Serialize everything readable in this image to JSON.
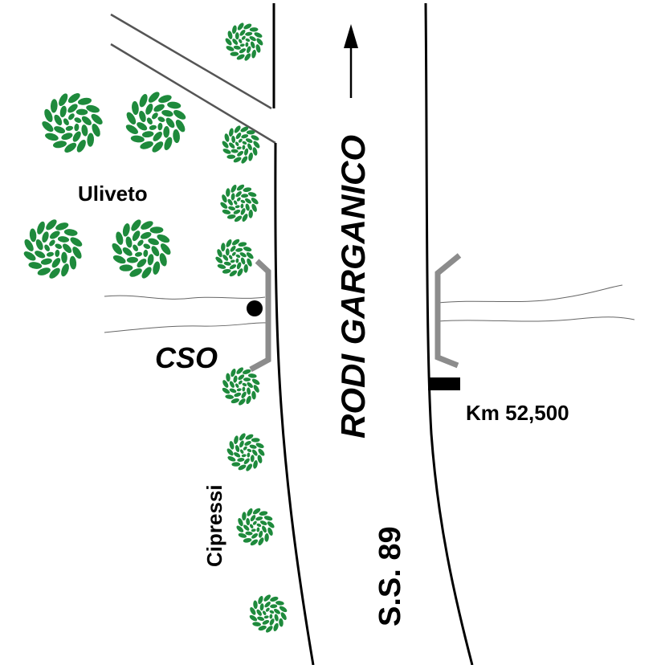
{
  "labels": {
    "road_name": "RODI GARGANICO",
    "road_code": "S.S. 89",
    "olive_grove": "Uliveto",
    "cypresses": "Cipressi",
    "site": "CSO",
    "kilometre": "Km 52,500"
  },
  "icons": {
    "tree": "tree-icon",
    "direction": "north-arrow-icon",
    "site_marker": "site-dot-icon",
    "km_marker": "km-marker-icon"
  },
  "colors": {
    "tree_fill": "#1e8a3c",
    "road_line": "#000000",
    "bridge": "#8c8c8c",
    "side_road": "#555555",
    "stream": "#666666"
  }
}
